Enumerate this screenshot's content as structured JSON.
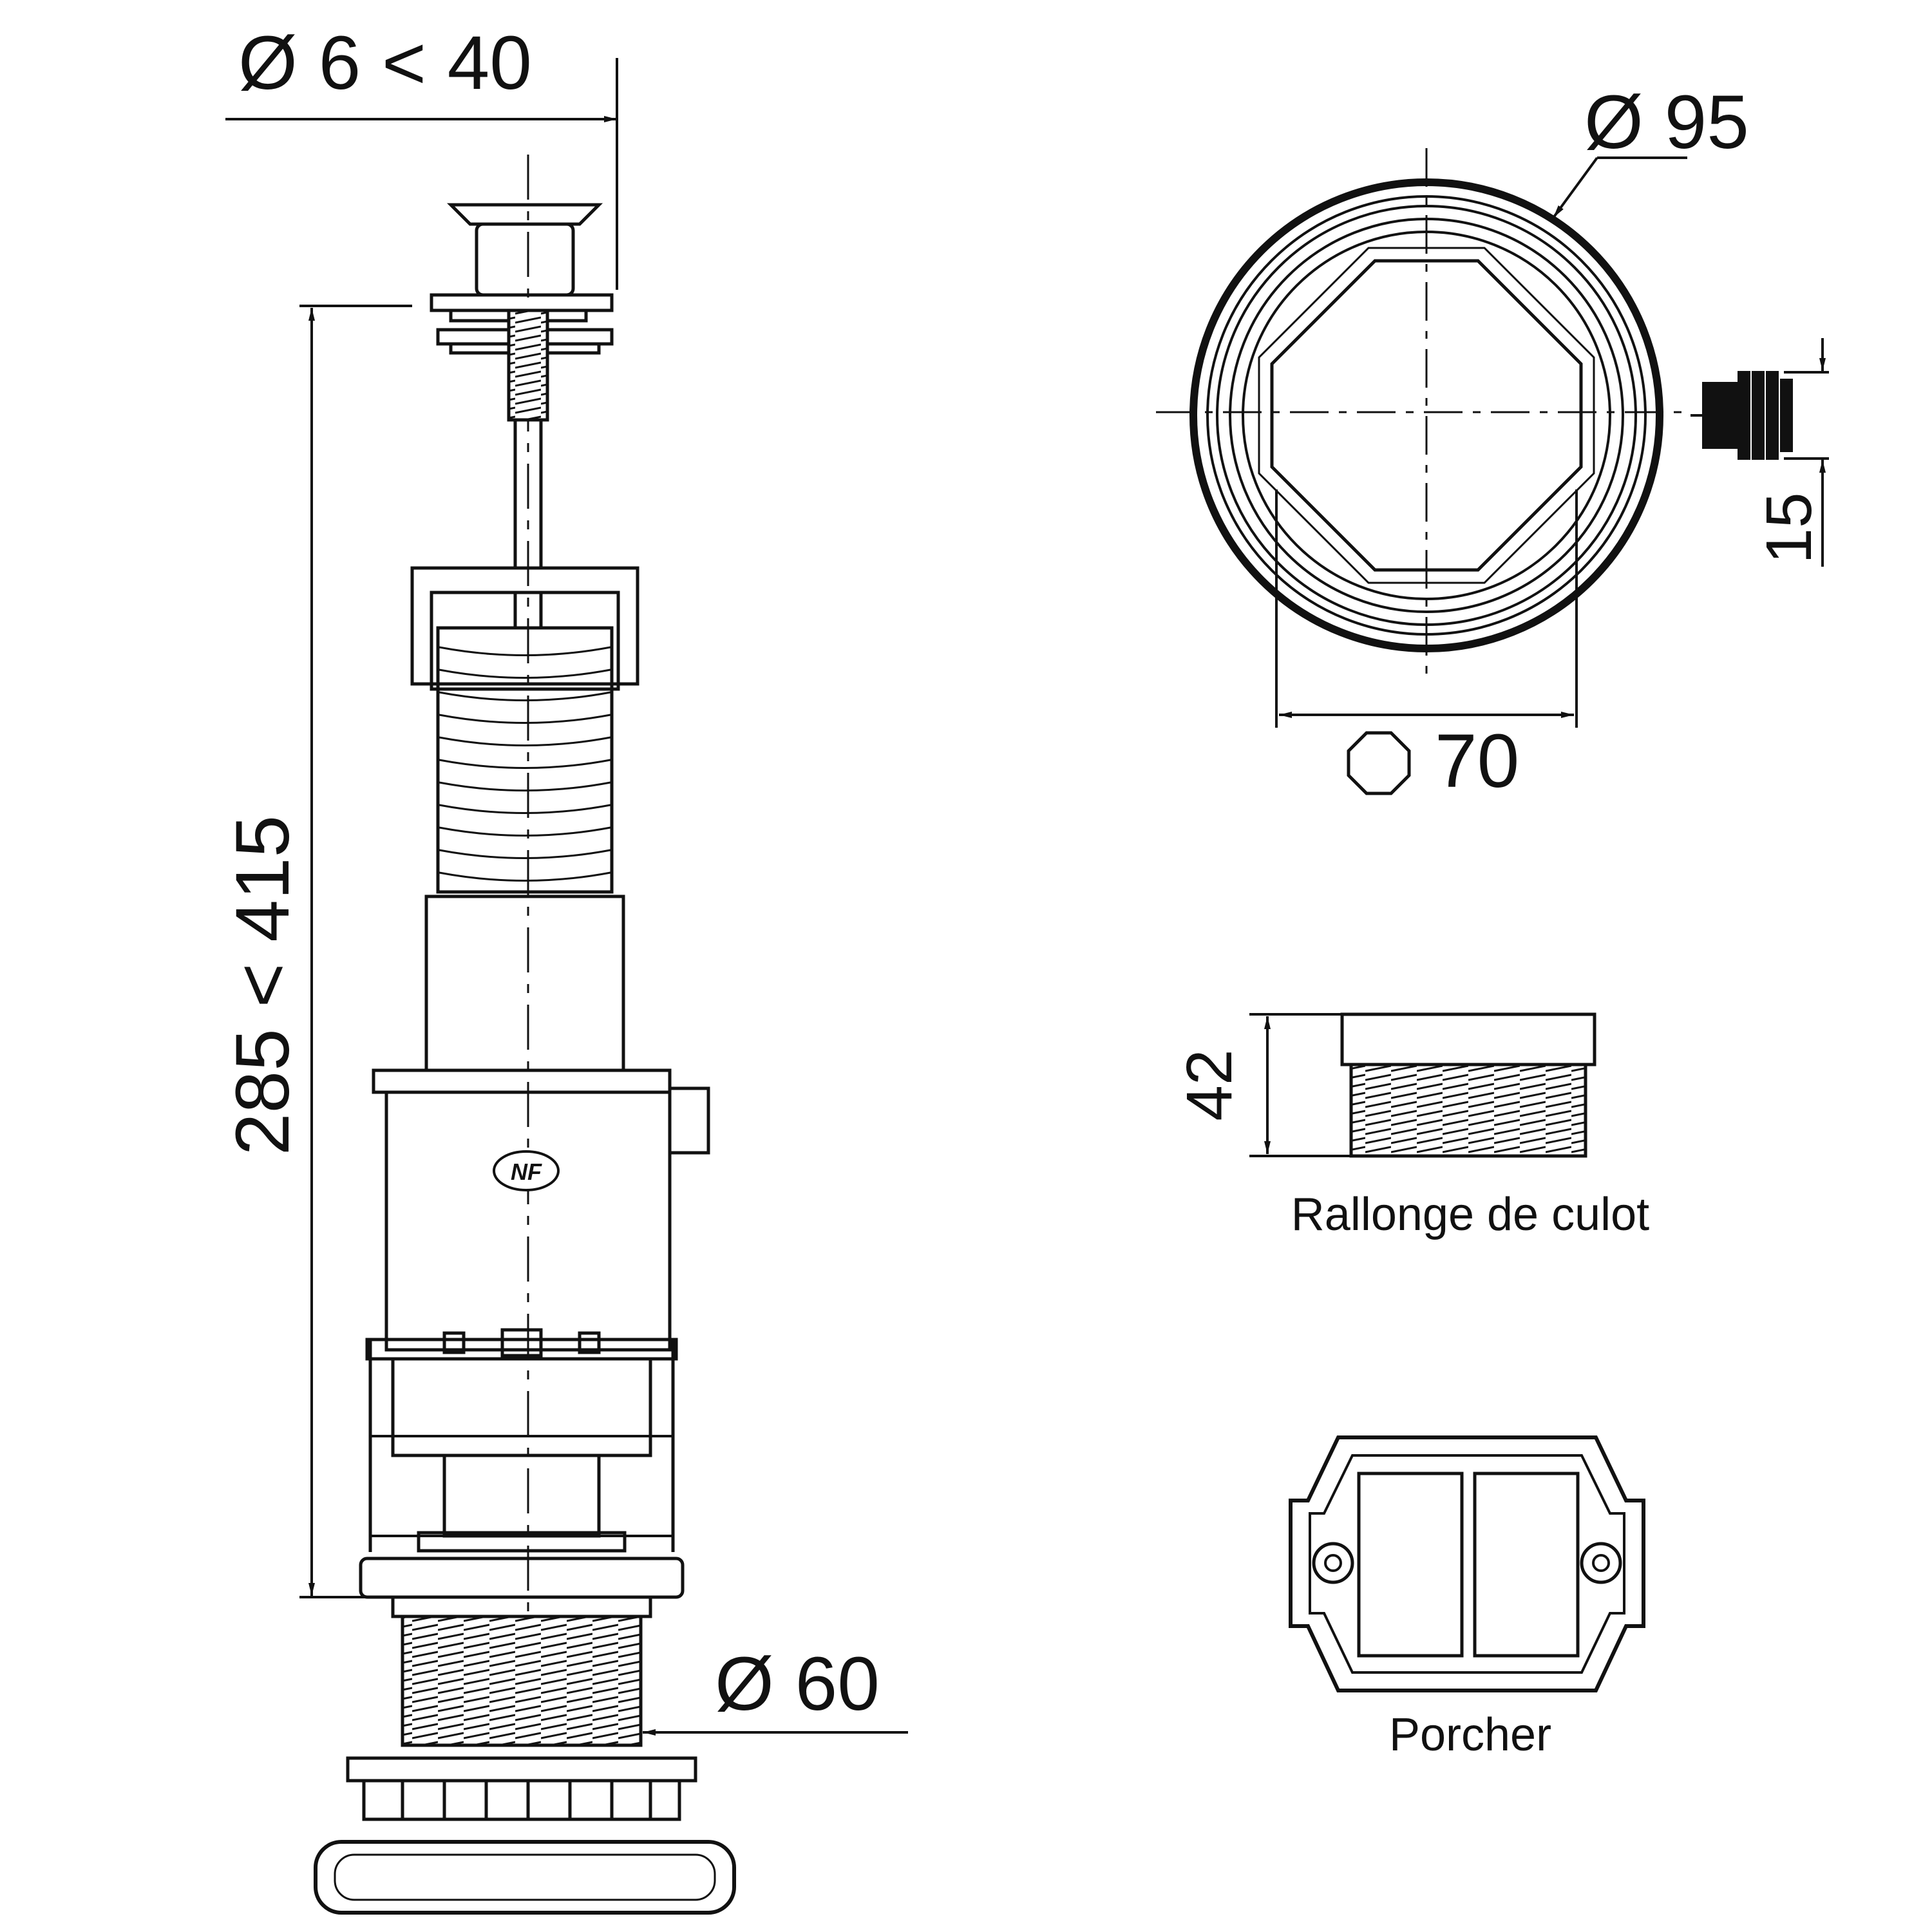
{
  "dimensions": {
    "button_diameter": "Ø 6 < 40",
    "height": "285 < 415",
    "base_diameter": "Ø 60",
    "top_diameter": "Ø 95",
    "octagon_size": "70",
    "clip_height": "15",
    "extension_height": "42"
  },
  "labels": {
    "extension": "Rallonge de culot",
    "porcher": "Porcher",
    "nf_mark": "NF"
  },
  "colors": {
    "ink": "#111111",
    "background": "#ffffff"
  }
}
